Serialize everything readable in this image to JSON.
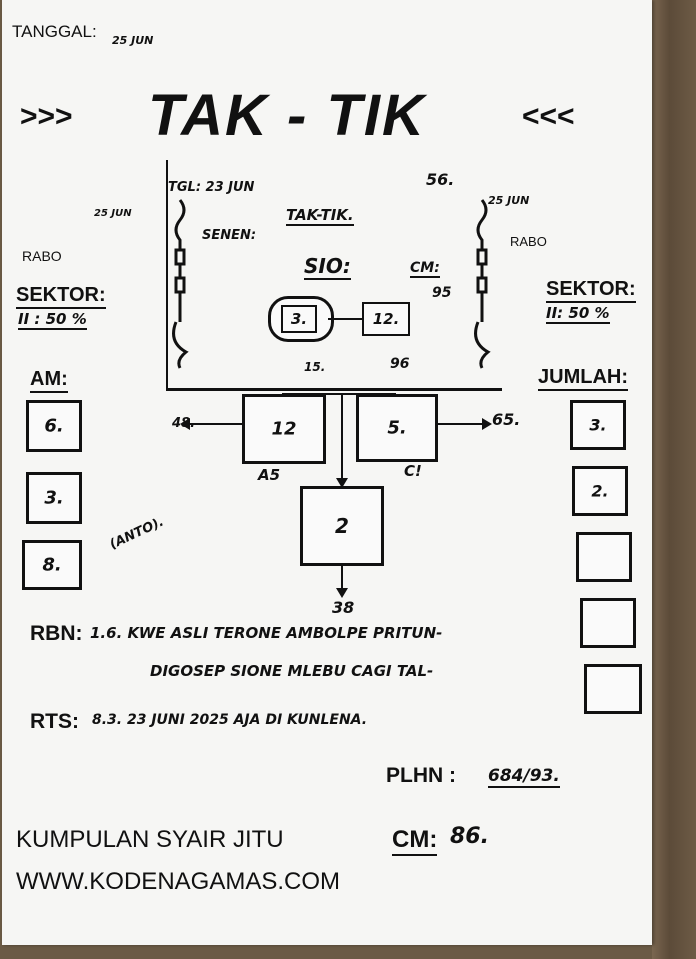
{
  "header": {
    "tanggal_label": "TANGGAL:",
    "tanggal_value": "25 JUN",
    "title_left": ">>>",
    "title": "TAK - TIK",
    "title_right": "<<<"
  },
  "left": {
    "day": "RABO",
    "date": "25 JUN",
    "sektor_label": "SEKTOR:",
    "sektor_value": "II : 50 %",
    "am_label": "AM:",
    "am_values": [
      "6.",
      "3.",
      "8."
    ],
    "note": "(ANTO)."
  },
  "right": {
    "num": "56.",
    "date": "25 JUN",
    "day": "RABO",
    "sektor_label": "SEKTOR:",
    "sektor_value": "II: 50 %",
    "jumlah_label": "JUMLAH:",
    "jumlah_values": [
      "3.",
      "2.",
      "",
      "",
      " "
    ]
  },
  "center": {
    "tgl": "TGL: 23 JUN",
    "day": "SENEN:",
    "title": "TAK-TIK.",
    "sio_label": "SIO:",
    "cm_label": "CM:",
    "cm_value": "95",
    "sio_box": "3.",
    "cm_box": "12.",
    "below_sio": "15.",
    "below_cm": "96"
  },
  "flow": {
    "left_box": "12",
    "right_box": "5.",
    "bottom_box": "2",
    "left_out": "48.",
    "right_out": "65.",
    "left_under": "A5",
    "right_under": "C!",
    "bottom_out": "38"
  },
  "footer": {
    "rbn_label": "RBN:",
    "rbn_text": "1.6. KWE ASLI TERONE AMBOLPE PRITUN-",
    "rbn_text2": "DIGOSEP SIONE MLEBU CAGI TAL-",
    "rts_label": "RTS:",
    "rts_text": "8.3. 23 JUNI 2025 AJA DI KUNLENA.",
    "plhn_label": "PLHN :",
    "plhn_value": "684/93.",
    "brand_line1": "KUMPULAN SYAIR JITU",
    "cm_label": "CM:",
    "cm_value": "86.",
    "brand_line2": "WWW.KODENAGAMAS.COM"
  }
}
